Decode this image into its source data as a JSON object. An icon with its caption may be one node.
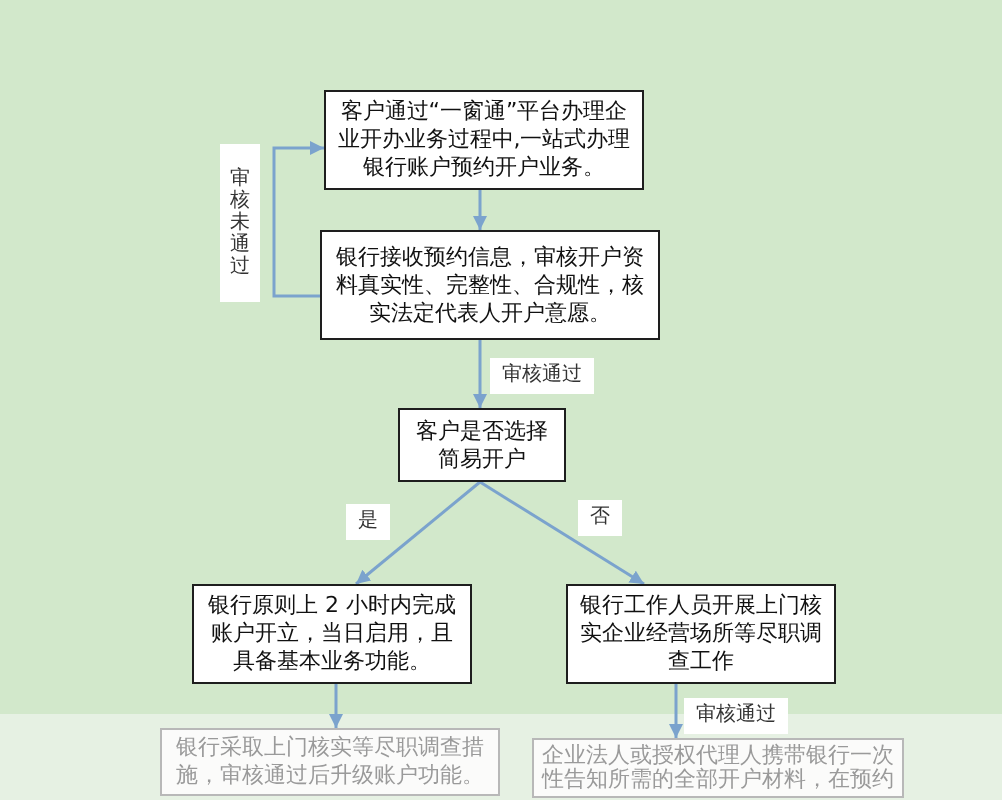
{
  "diagram": {
    "nodes": [
      {
        "text": [
          "客户通过“一窗通”平台办理企业开办业务过程中,一站式办理银行账户预约开户业务。"
        ]
      },
      {
        "text": [
          "银行接收预约信息，审核开户资料真实性、完整性、合规性，核实法定代表人开户意愿。"
        ]
      },
      {
        "text": [
          "客户是否选择简易开户"
        ]
      },
      {
        "text": [
          "银行原则上 2 小时内完成账户开立，当日启用，且具备基本业务功能。"
        ]
      },
      {
        "text": [
          "银行工作人员开展上门核实企业经营场所等尽职调查工作"
        ]
      },
      {
        "text": [
          "银行采取上门核实等尽职调查措施，审核通过后升级账户功能。"
        ]
      },
      {
        "text": [
          "企业法人或授权代理人携带银行一次性告知所需的全部开户材料，在预约"
        ]
      }
    ],
    "edges": [
      {
        "from": 1,
        "to": 0,
        "arrow": "to",
        "label": "审核未通过"
      },
      {
        "from": 0,
        "to": 1,
        "arrow": "to"
      },
      {
        "from": 1,
        "to": 2,
        "arrow": "to",
        "label": "审核通过"
      },
      {
        "from": 2,
        "to": 3,
        "arrow": "to",
        "label": "是"
      },
      {
        "from": 2,
        "to": 4,
        "arrow": "to",
        "label": "否"
      },
      {
        "from": 3,
        "to": 5,
        "arrow": "to"
      },
      {
        "from": 4,
        "to": 6,
        "arrow": "to",
        "label": "审核通过"
      }
    ]
  }
}
